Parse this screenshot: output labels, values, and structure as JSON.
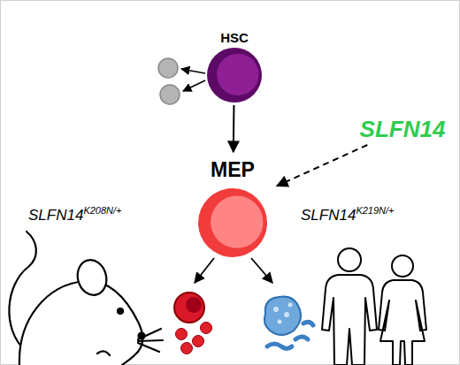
{
  "diagram": {
    "nodes": [
      {
        "text": [
          "HSC"
        ]
      },
      {
        "text": [
          "SLFN14"
        ]
      },
      {
        "text": [
          "MEP"
        ]
      }
    ],
    "edges": [
      {
        "from": 0,
        "to": 2,
        "arrow": "to"
      },
      {
        "from": 1,
        "to": 2,
        "arrow": "to"
      }
    ],
    "labels": [
      "SLFN14K208N/+",
      "SLFN14K219N/+"
    ]
  }
}
